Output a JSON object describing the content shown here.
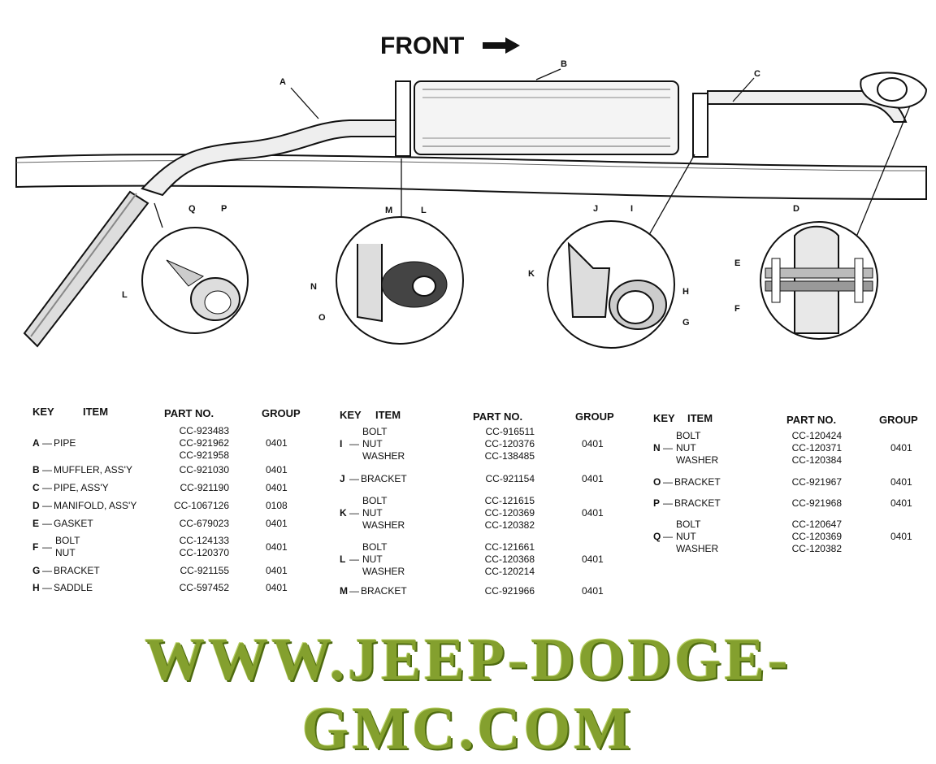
{
  "diagram": {
    "front_label": "FRONT",
    "callouts": [
      "A",
      "B",
      "C",
      "D",
      "E",
      "F",
      "G",
      "H",
      "I",
      "J",
      "K",
      "L",
      "M",
      "N",
      "O",
      "P",
      "Q"
    ]
  },
  "table_headers": {
    "key_item": "KEY",
    "item": "ITEM",
    "part_no": "PART NO.",
    "group": "GROUP"
  },
  "col1": [
    {
      "key": "A",
      "item": "PIPE",
      "parts": [
        "CC-923483",
        "CC-921962",
        "CC-921958"
      ],
      "group": "0401"
    },
    {
      "key": "B",
      "item": "MUFFLER, ASS'Y",
      "parts": [
        "CC-921030"
      ],
      "group": "0401"
    },
    {
      "key": "C",
      "item": "PIPE, ASS'Y",
      "parts": [
        "CC-921190"
      ],
      "group": "0401"
    },
    {
      "key": "D",
      "item": "MANIFOLD, ASS'Y",
      "parts": [
        "CC-1067126"
      ],
      "group": "0108"
    },
    {
      "key": "E",
      "item": "GASKET",
      "parts": [
        "CC-679023"
      ],
      "group": "0401"
    },
    {
      "key": "F",
      "item": "",
      "subitems": [
        "BOLT",
        "NUT"
      ],
      "parts": [
        "CC-124133",
        "CC-120370"
      ],
      "group": "0401"
    },
    {
      "key": "G",
      "item": "BRACKET",
      "parts": [
        "CC-921155"
      ],
      "group": "0401"
    },
    {
      "key": "H",
      "item": "SADDLE",
      "parts": [
        "CC-597452"
      ],
      "group": "0401"
    }
  ],
  "col2": [
    {
      "key": "I",
      "subitems": [
        "BOLT",
        "NUT",
        "WASHER"
      ],
      "parts": [
        "CC-916511",
        "CC-120376",
        "CC-138485"
      ],
      "group": "0401"
    },
    {
      "key": "J",
      "item": "BRACKET",
      "parts": [
        "CC-921154"
      ],
      "group": "0401"
    },
    {
      "key": "K",
      "subitems": [
        "BOLT",
        "NUT",
        "WASHER"
      ],
      "parts": [
        "CC-121615",
        "CC-120369",
        "CC-120382"
      ],
      "group": "0401"
    },
    {
      "key": "L",
      "subitems": [
        "BOLT",
        "NUT",
        "WASHER"
      ],
      "parts": [
        "CC-121661",
        "CC-120368",
        "CC-120214"
      ],
      "group": "0401"
    },
    {
      "key": "M",
      "item": "BRACKET",
      "parts": [
        "CC-921966"
      ],
      "group": "0401"
    }
  ],
  "col3": [
    {
      "key": "N",
      "subitems": [
        "BOLT",
        "NUT",
        "WASHER"
      ],
      "parts": [
        "CC-120424",
        "CC-120371",
        "CC-120384"
      ],
      "group": "0401"
    },
    {
      "key": "O",
      "item": "BRACKET",
      "parts": [
        "CC-921967"
      ],
      "group": "0401"
    },
    {
      "key": "P",
      "item": "BRACKET",
      "parts": [
        "CC-921968"
      ],
      "group": "0401"
    },
    {
      "key": "Q",
      "subitems": [
        "BOLT",
        "NUT",
        "WASHER"
      ],
      "parts": [
        "CC-120647",
        "CC-120369",
        "CC-120382"
      ],
      "group": "0401"
    }
  ],
  "watermark": "WWW.JEEP-DODGE-GMC.COM"
}
